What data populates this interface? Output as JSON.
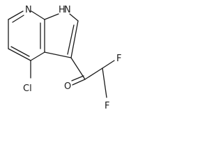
{
  "molecule": {
    "atoms": {
      "pyridine_n": "N",
      "pyrrole_nh": "H",
      "pyrrole_n": "N",
      "chlorine": "Cl",
      "oxygen": "O",
      "fluorine_top": "F",
      "fluorine_bottom": "F"
    },
    "colors": {
      "bond": "#1a1a1a",
      "label": "#1a1a1a",
      "background": "#ffffff"
    }
  }
}
